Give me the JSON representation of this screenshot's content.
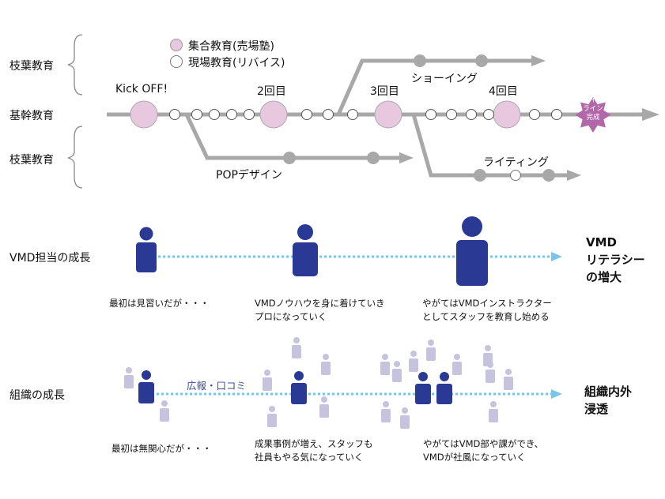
{
  "colors": {
    "track": "#a8a8a8",
    "large_node": "#e7c8df",
    "small_node": "#ffffff",
    "branch_node": "#a8a8a8",
    "star": "#b268a8",
    "person": "#2a3a94",
    "person_light": "#c6c3de",
    "arrow_dotted": "#78c4ea",
    "word_of_mouth_text": "#3a4d9a"
  },
  "legend": {
    "group": "集合教育(売場塾)",
    "field": "現場教育(リバイス)"
  },
  "tracks": {
    "branch_label_top": "枝葉教育",
    "core_label": "基幹教育",
    "branch_label_bottom": "枝葉教育"
  },
  "milestones": {
    "kickoff": "Kick OFF!",
    "second": "2回目",
    "third": "3回目",
    "fourth": "4回目",
    "showing": "ショーイング",
    "writing": "ライティング",
    "pop": "POPデザイン",
    "star_text": [
      "ガイド",
      "ライン",
      "完成"
    ]
  },
  "vmd_growth": {
    "label": "VMD担当の成長",
    "result": [
      "VMD",
      "リテラシー",
      "の増大"
    ],
    "captions": [
      [
        "最初は見習いだが・・・"
      ],
      [
        "VMDノウハウを身に着けていき",
        "プロになっていく"
      ],
      [
        "やがてはVMDインストラクター",
        "としてスタッフを教育し始める"
      ]
    ]
  },
  "org_growth": {
    "label": "組織の成長",
    "channel": "広報・口コミ",
    "result": [
      "組織内外",
      "浸透"
    ],
    "captions": [
      [
        "最初は無関心だが・・・"
      ],
      [
        "成果事例が増え、スタッフも",
        "社員もやる気になっていく"
      ],
      [
        "やがてはVMD部や課ができ、",
        "VMDが社風になっていく"
      ]
    ]
  }
}
